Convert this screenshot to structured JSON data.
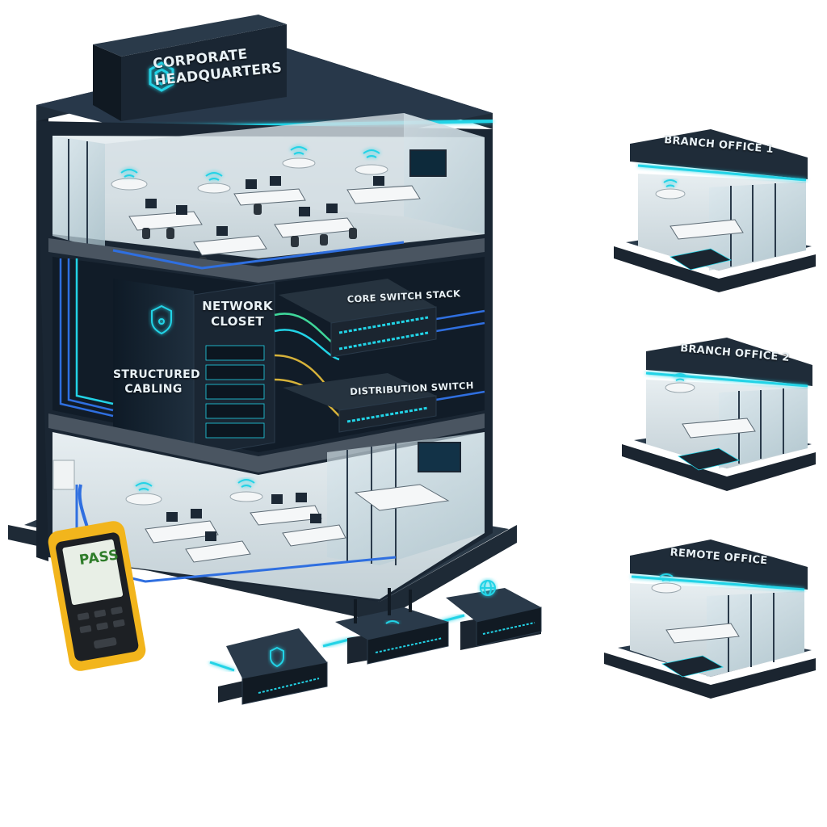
{
  "hq": {
    "title_line1": "Corporate",
    "title_line2": "Headquarters",
    "network_closet_line1": "Network",
    "network_closet_line2": "Closet",
    "structured_cabling_line1": "Structured",
    "structured_cabling_line2": "Cabling",
    "core_switch": "Core Switch Stack",
    "distribution_switch": "Distribution Switch"
  },
  "sites": [
    {
      "label": "Branch Office 1"
    },
    {
      "label": "Branch Office 2"
    },
    {
      "label": "Remote Office"
    }
  ],
  "tester": {
    "status": "PASS"
  },
  "colors": {
    "building_dark": "#1c2835",
    "building_mid": "#2a3a4a",
    "accent_cyan": "#22d3e6",
    "cable_blue": "#2f6fe0",
    "cable_yellow": "#d6b23a",
    "tester_yellow": "#f2b51c",
    "pass_green": "#3c9a38",
    "glass": "#c9dde4"
  }
}
